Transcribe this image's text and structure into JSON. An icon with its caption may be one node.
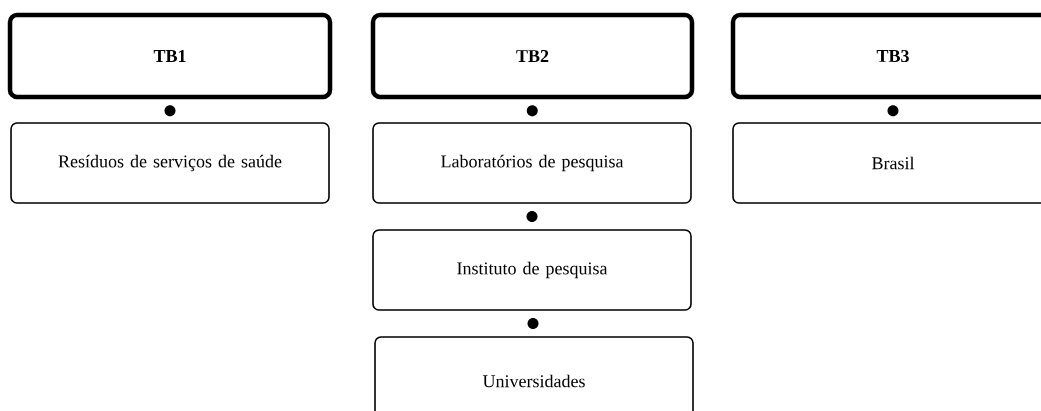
{
  "diagram": {
    "nodes": [
      {
        "text": [
          "TB1"
        ]
      },
      {
        "text": [
          "Resíduos de serviços de saúde"
        ]
      },
      {
        "text": [
          "TB2"
        ]
      },
      {
        "text": [
          "Laboratórios de pesquisa"
        ]
      },
      {
        "text": [
          "Instituto de pesquisa"
        ]
      },
      {
        "text": [
          "Universidades"
        ]
      },
      {
        "text": [
          "TB3"
        ]
      },
      {
        "text": [
          "Brasil"
        ]
      }
    ],
    "edges": [
      {
        "from": 0,
        "to": 1,
        "arrow": "other"
      },
      {
        "from": 2,
        "to": 3,
        "arrow": "other"
      },
      {
        "from": 3,
        "to": 4,
        "arrow": "other"
      },
      {
        "from": 4,
        "to": 5,
        "arrow": "other"
      },
      {
        "from": 6,
        "to": 7,
        "arrow": "other"
      }
    ]
  }
}
